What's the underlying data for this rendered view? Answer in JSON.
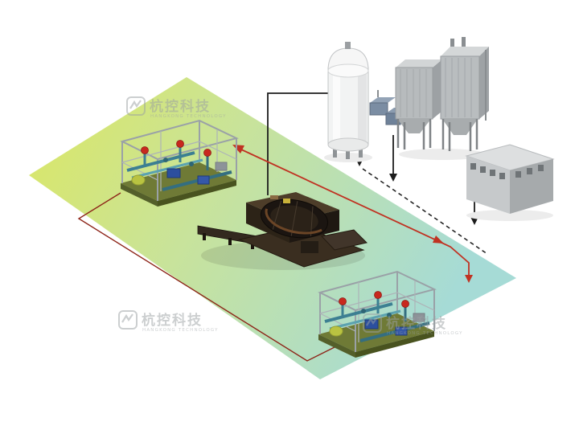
{
  "watermark": {
    "text": "杭控科技",
    "subtext": "HANGKONG TECHNOLOGY"
  },
  "colors": {
    "background": "#ffffff",
    "floor_yellow": "#dce762",
    "floor_green": "#c8e39b",
    "floor_teal": "#a6dbd6",
    "flow_black": "#1c1c1c",
    "flow_red": "#c03222",
    "flow_red_return": "#8d2418",
    "watermark_gray": "#9ba0a3",
    "tank_white": "#f2f3f3",
    "silo_gray": "#b7bbbd",
    "building_gray": "#c6c9cb",
    "machine_dark": "#2c2317",
    "pipe_teal": "#3c7f92",
    "valve_red": "#c8281e",
    "pump_blue": "#2c4f9e",
    "frame_gray": "#9aa1a7"
  },
  "components": [
    "plant-floor",
    "storage-tank",
    "compressor-units",
    "silo-tanks",
    "factory-building",
    "skid-unit-upper",
    "skid-unit-lower",
    "central-machine",
    "flow-lines",
    "watermarks"
  ]
}
